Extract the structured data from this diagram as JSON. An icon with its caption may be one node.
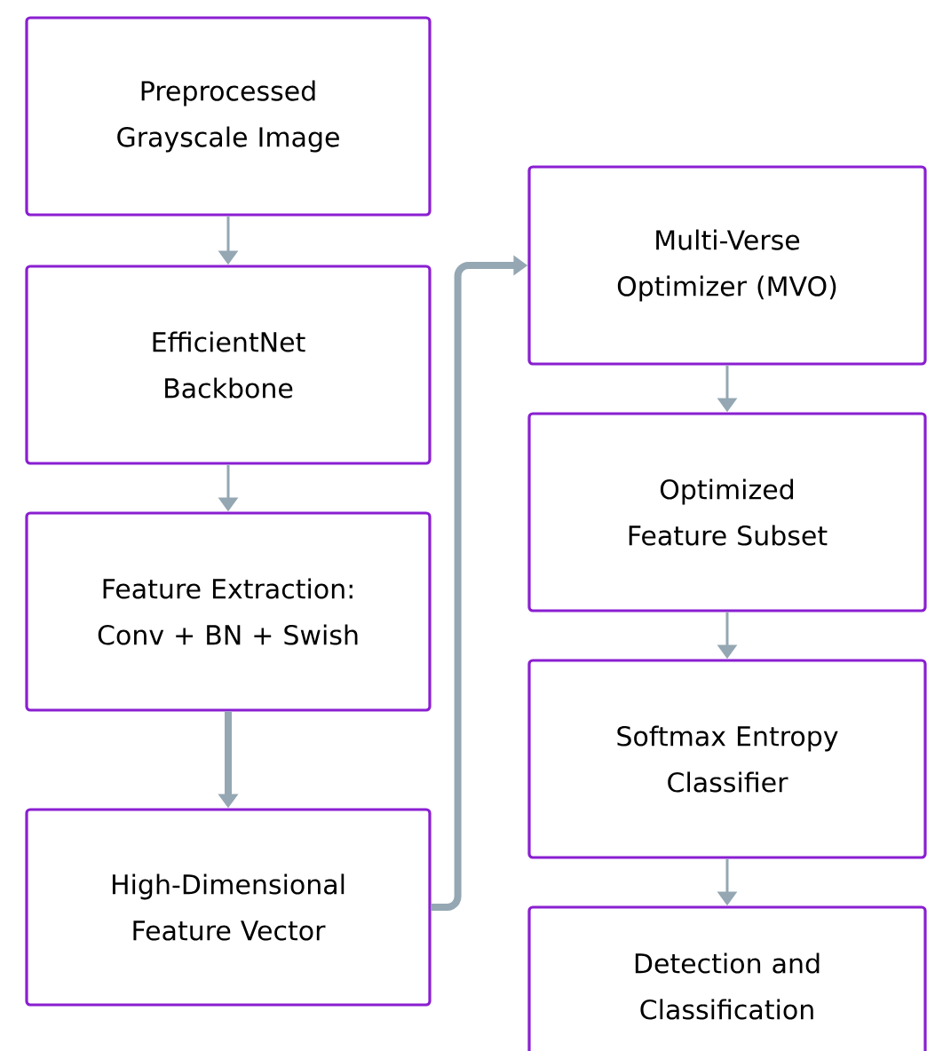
{
  "diagram": {
    "nodes": [
      {
        "text": [
          "Preprocessed Grayscale Image"
        ]
      },
      {
        "text": [
          "EfficientNet Backbone"
        ]
      },
      {
        "text": [
          "Feature Extraction: Conv + BN + Swish"
        ]
      },
      {
        "text": [
          "High-Dimensional Feature Vector"
        ]
      },
      {
        "text": [
          "Multi-Verse Optimizer (MVO)"
        ]
      },
      {
        "text": [
          "Optimized Feature Subset"
        ]
      },
      {
        "text": [
          "Softmax Entropy Classifier"
        ]
      },
      {
        "text": [
          "Detection and Classification"
        ]
      }
    ],
    "edges": [
      {
        "from": 0,
        "to": 1,
        "arrow": "to"
      },
      {
        "from": 1,
        "to": 2,
        "arrow": "to"
      },
      {
        "from": 2,
        "to": 3,
        "arrow": "to",
        "style": "thick"
      },
      {
        "from": 3,
        "to": 4,
        "arrow": "to",
        "style": "thick"
      },
      {
        "from": 4,
        "to": 5,
        "arrow": "to"
      },
      {
        "from": 5,
        "to": 6,
        "arrow": "to"
      },
      {
        "from": 6,
        "to": 7,
        "arrow": "to"
      }
    ]
  }
}
